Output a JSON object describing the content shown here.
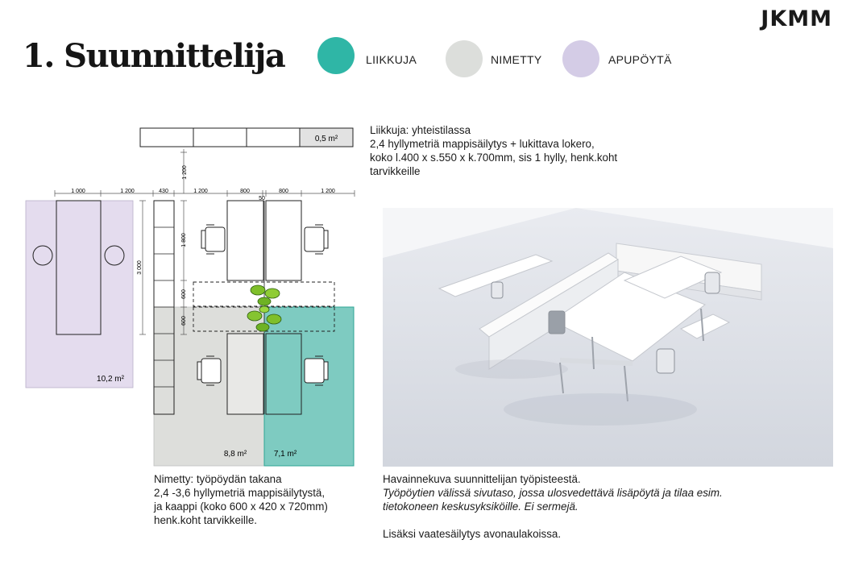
{
  "page_title": "1. Suunnittelija",
  "brand": "JKMM",
  "legend": [
    {
      "label": "LIIKKUJA",
      "color": "#2fb6a6"
    },
    {
      "label": "NIMETTY",
      "color": "#dcdedb"
    },
    {
      "label": "APUPÖYTÄ",
      "color": "#d4cce6"
    }
  ],
  "plan": {
    "top_area": "0,5 m²",
    "dims_top": [
      "1 000",
      "1 200",
      "430",
      "1 200",
      "800",
      "50",
      "800",
      "1 200"
    ],
    "dim_vertical_top": "1 200",
    "dim_side": "3 000",
    "dim_desk": "1 800",
    "dim_gap_1": "600",
    "dim_gap_2": "600",
    "area_purple": "10,2 m²",
    "area_grey": "8,8 m²",
    "area_teal": "7,1 m²"
  },
  "text_liikkuja": [
    "Liikkuja: yhteistilassa",
    "2,4 hyllymetriä mappisäilytys + lukittava lokero,",
    "koko l.400 x s.550 x k.700mm, sis 1 hylly, henk.koht",
    "tarvikkeille"
  ],
  "text_nimetty": [
    "Nimetty: työpöydän takana",
    "2,4 -3,6 hyllymetriä mappisäilytystä,",
    "ja kaappi (koko 600 x 420 x 720mm)",
    "henk.koht tarvikkeille."
  ],
  "render_caption": {
    "title": "Havainnekuva suunnittelijan työpisteestä.",
    "italic_1": "Työpöytien välissä sivutaso, jossa ulosvedettävä lisäpöytä ja tilaa esim.",
    "italic_2": "tietokoneen keskusyksiköille. Ei sermejä.",
    "extra": "Lisäksi vaatesäilytys avonaulakoissa."
  },
  "colors": {
    "teal": "#2fb6a6",
    "teal_fill": "#7ecbc1",
    "grey_fill": "#dddedb",
    "purple_fill": "#e4dcee"
  }
}
